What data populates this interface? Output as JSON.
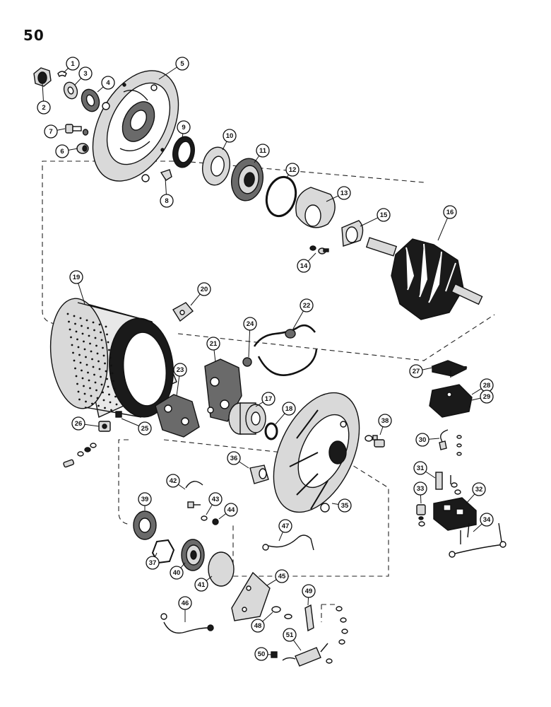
{
  "page": {
    "number": "50"
  },
  "diagram": {
    "kind": "exploded parts view",
    "callouts": [
      "1",
      "2",
      "3",
      "4",
      "5",
      "6",
      "7",
      "8",
      "9",
      "10",
      "11",
      "12",
      "13",
      "14",
      "15",
      "16",
      "17",
      "18",
      "19",
      "20",
      "21",
      "22",
      "23",
      "24",
      "25",
      "26",
      "27",
      "28",
      "29",
      "30",
      "31",
      "32",
      "33",
      "34",
      "35",
      "36",
      "37",
      "38",
      "39",
      "40",
      "41",
      "42",
      "43",
      "44",
      "45",
      "46",
      "47",
      "48",
      "49",
      "50",
      "51"
    ]
  }
}
